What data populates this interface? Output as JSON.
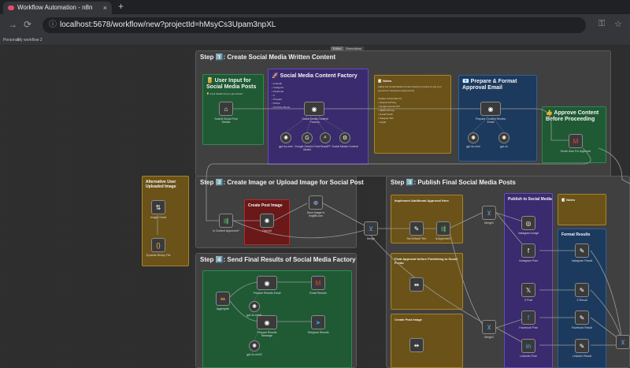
{
  "browser": {
    "tab_title": "Workflow Automation - n8n",
    "close_glyph": "×",
    "newtab_glyph": "+",
    "url": "localhost:5678/workflow/new?projectId=hMsyCs3Upam3npXL",
    "bookmarks": [
      "Personal",
      "My workflow 2"
    ]
  },
  "canvas": {
    "switch": [
      "Editor",
      "Executions"
    ],
    "step1": {
      "title": "Step 1️⃣: Create Social Media Written Content",
      "user_input": {
        "title": "🥫 User Input for Social Media Posts",
        "note": "💡 Input details here to get started"
      },
      "factory": {
        "title": "🚀 Social Media Content Factory",
        "platforms": [
          "LinkedIn",
          "Instagram",
          "Facebook",
          "X",
          "Threads",
          "TikTok",
          "YouTube Shorts"
        ]
      },
      "notes": {
        "title": "📝 Notes",
        "lines": [
          "Adjust the Social Media Content Factory prompts to suit your",
          "personal or business requirements",
          "",
          "Update Credentials for:",
          "• OpenAI API key",
          "• Google Gemini API",
          "• SERP API key",
          "• Gmail OAuth",
          "• Telegram Bot",
          "• Imgbb"
        ]
      },
      "prepare": {
        "title": "📧 Prepare & Format Approval Email"
      },
      "approve": {
        "title": "👍 Approve Content Before Proceeding"
      },
      "nodes": {
        "submit": "Submit Social Post Details",
        "agent": "Social Media Content Factory",
        "gpt": "gpt-4o-mini",
        "gemini": "Google Gemini Chat Model",
        "serp": "SerpAPI",
        "social": "Social Media Content",
        "prep": "Prepare Content Review Email",
        "gpt2": "gpt-4o-mini",
        "gpt3": "gpt-4o",
        "gmail": "Email User For Approval"
      }
    },
    "alt": {
      "title": "Alternative User Uploaded Image",
      "n1": "Image Check",
      "n2": "Dynamic Binary File"
    },
    "step2": {
      "title": "Step 2️⃣: Create Image or Upload Image for Social Post",
      "box": "Create Post Image",
      "n1": "Is Content Approved?",
      "n2": "OpenAI",
      "n3": "Save Image to ImgBB.com"
    },
    "step3": {
      "title": "Step 3️⃣: Publish Final Social Media Posts",
      "implement": "Implement Additional Approval Here",
      "final_approval": "Final Approval before Publishing to Social Feeds",
      "create_img": "Create Post Image",
      "publish": "Publish to Social Media",
      "format": "Format Results",
      "notes": "📝 Notes",
      "n_merge": "Merge",
      "n_set": "Set Default 'Yes'",
      "n_approved": "Is Approved?",
      "n_merge1": "Merge1",
      "n_merge2": "Merge2",
      "n_instagram_img": "Instagram Image",
      "n_instagram": "Instagram Post",
      "n_x": "X Post",
      "n_fb": "Facebook Post",
      "n_li": "LinkedIn Post",
      "r_insta": "Instagram Result",
      "r_x": "X Result",
      "r_fb": "Facebook Result",
      "r_li": "LinkedIn Result"
    },
    "step4": {
      "title": "Step 4️⃣: Send Final Results of Social Media Factory",
      "n_agg": "Aggregate",
      "n_prep_email": "Prepare Results Email",
      "n_prep_msg": "Prepare Results Message",
      "n_gmail": "Email Results",
      "n_tele": "Telegram Results",
      "n_gpt": "gpt-4o-mini1",
      "n_gpt2": "gpt-4o-mini2"
    }
  },
  "colors": {
    "accent": "#ea4b71",
    "green": "#1f5a34",
    "purple": "#3a2a6e",
    "navy": "#1c3a5e",
    "amber": "#6b5218"
  }
}
